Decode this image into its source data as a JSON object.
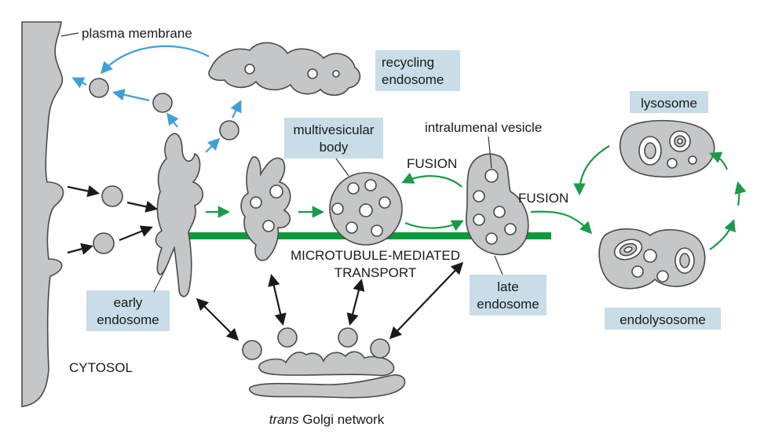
{
  "labels": {
    "plasma_membrane": "plasma membrane",
    "recycling_endosome_line1": "recycling",
    "recycling_endosome_line2": "endosome",
    "multivesicular_line1": "multivesicular",
    "multivesicular_line2": "body",
    "intralumenal_vesicle": "intralumenal vesicle",
    "lysosome": "lysosome",
    "fusion_left": "FUSION",
    "fusion_right": "FUSION",
    "microtubule_line1": "MICROTUBULE-MEDIATED",
    "microtubule_line2": "TRANSPORT",
    "early_endosome_line1": "early",
    "early_endosome_line2": "endosome",
    "late_endosome_line1": "late",
    "late_endosome_line2": "endosome",
    "endolysosome": "endolysosome",
    "cytosol": "CYTOSOL",
    "golgi_italic": "trans",
    "golgi_rest": " Golgi network"
  },
  "colors": {
    "organelle_fill": "#c4c6c7",
    "label_box": "#c8dde8",
    "microtubule": "#0d9a3c",
    "recycling_arrow": "#3fa0d8",
    "degradation_arrow": "#1a9a4a",
    "transport_arrow": "#1a1a1a"
  }
}
